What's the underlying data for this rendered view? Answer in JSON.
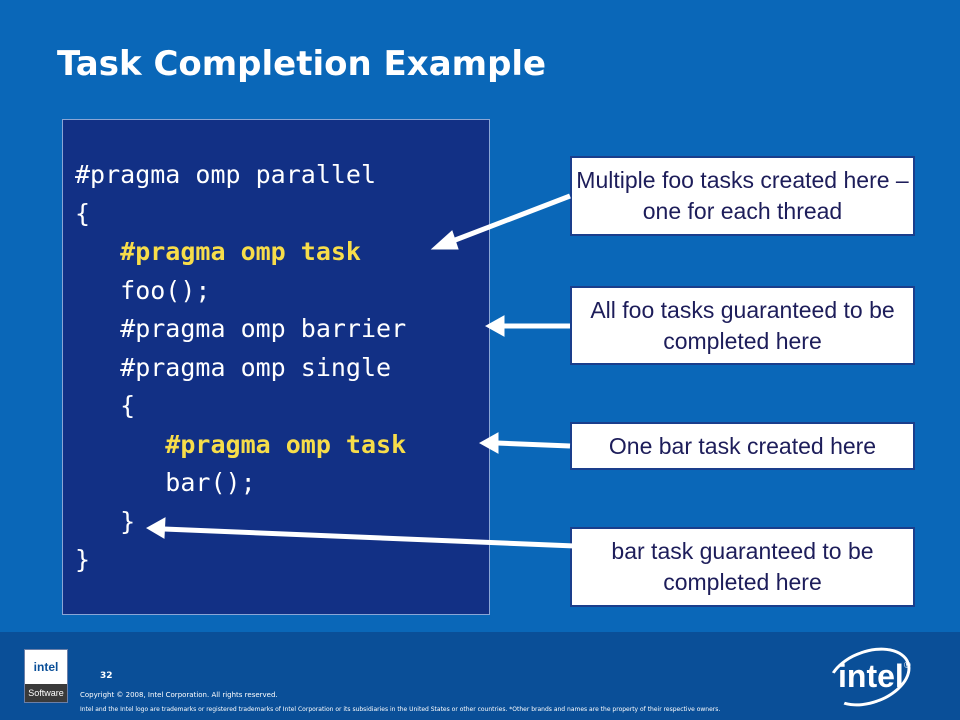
{
  "slide": {
    "title": "Task Completion Example",
    "page_number": "32"
  },
  "code": {
    "lines": [
      "#pragma omp parallel",
      "{",
      "   #pragma omp task",
      "   foo();",
      "   #pragma omp barrier",
      "   #pragma omp single",
      "   {",
      "      #pragma omp task",
      "      bar();",
      "   }",
      "}"
    ]
  },
  "callouts": [
    {
      "text": "Multiple foo tasks created here – one for each thread"
    },
    {
      "text": "All foo tasks guaranteed to be completed  here"
    },
    {
      "text": "One bar task created here"
    },
    {
      "text": "bar task guaranteed to be completed  here"
    }
  ],
  "footer": {
    "copyright": "Copyright © 2008, Intel Corporation. All rights reserved.",
    "trademark": "Intel and the Intel logo are trademarks or registered trademarks of Intel Corporation or its subsidiaries in the United States or other countries. *Other brands and names are the property of their respective owners.",
    "software_badge_logo": "intel",
    "software_badge_label": "Software",
    "logo_text": "intel",
    "logo_mark": "®"
  },
  "colors": {
    "background": "#0a67b8",
    "code_panel": "#123085",
    "highlight": "#f7dd4a",
    "callout_text": "#1d1d5a"
  }
}
